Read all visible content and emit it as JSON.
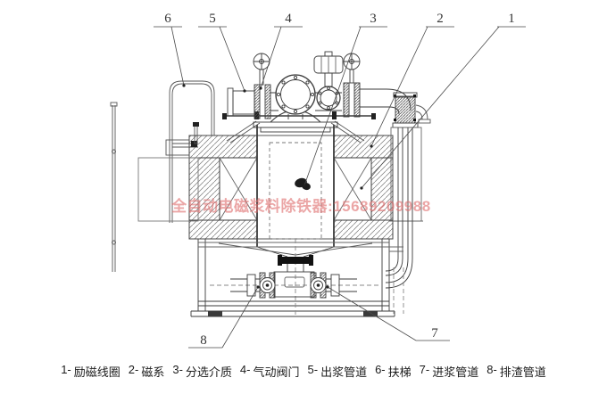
{
  "page": {
    "background": "#ffffff",
    "line_color": "#3b3b3b"
  },
  "watermark": {
    "text": "全自动电磁浆料除铁器:15689209988",
    "color": "#de7070"
  },
  "callouts": [
    {
      "num": "1"
    },
    {
      "num": "2"
    },
    {
      "num": "3"
    },
    {
      "num": "4"
    },
    {
      "num": "5"
    },
    {
      "num": "6"
    },
    {
      "num": "7"
    },
    {
      "num": "8"
    }
  ],
  "legend": {
    "items": [
      {
        "num": "1-",
        "label": "励磁线圈"
      },
      {
        "num": "2-",
        "label": "磁系"
      },
      {
        "num": "3-",
        "label": "分选介质"
      },
      {
        "num": "4-",
        "label": "气动阀门"
      },
      {
        "num": "5-",
        "label": "出浆管道"
      },
      {
        "num": "6-",
        "label": "扶梯"
      },
      {
        "num": "7-",
        "label": "进浆管道"
      },
      {
        "num": "8-",
        "label": "排渣管道"
      }
    ]
  }
}
